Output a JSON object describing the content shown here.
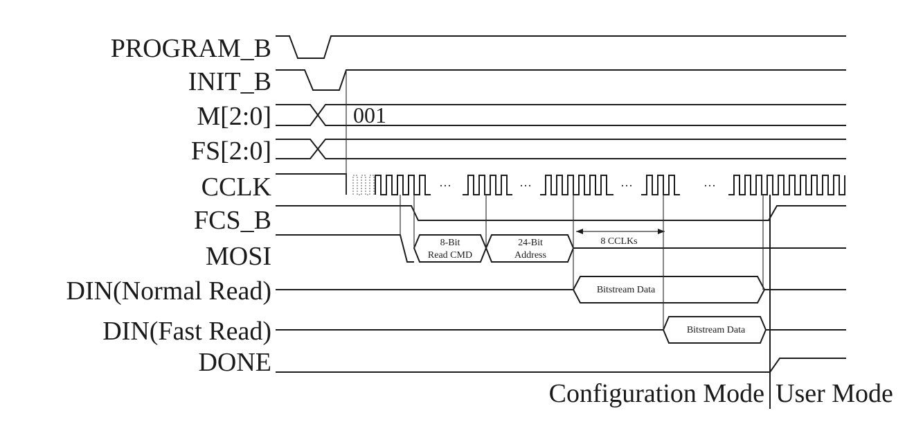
{
  "signals": {
    "program_b": "PROGRAM_B",
    "init_b": "INIT_B",
    "mode": "M[2:0]",
    "fs": "FS[2:0]",
    "cclk": "CCLK",
    "fcs_b": "FCS_B",
    "mosi": "MOSI",
    "din_normal": "DIN(Normal Read)",
    "din_fast": "DIN(Fast Read)",
    "done": "DONE"
  },
  "annotations": {
    "mode_value": "001",
    "mosi_cmd_line1": "8-Bit",
    "mosi_cmd_line2": "Read CMD",
    "mosi_addr_line1": "24-Bit",
    "mosi_addr_line2": "Address",
    "cclk_gap": "8 CCLKs",
    "bitstream_normal": "Bitstream Data",
    "bitstream_fast": "Bitstream Data",
    "ellipsis": "···"
  },
  "phases": {
    "configuration": "Configuration Mode",
    "user": "User Mode"
  }
}
